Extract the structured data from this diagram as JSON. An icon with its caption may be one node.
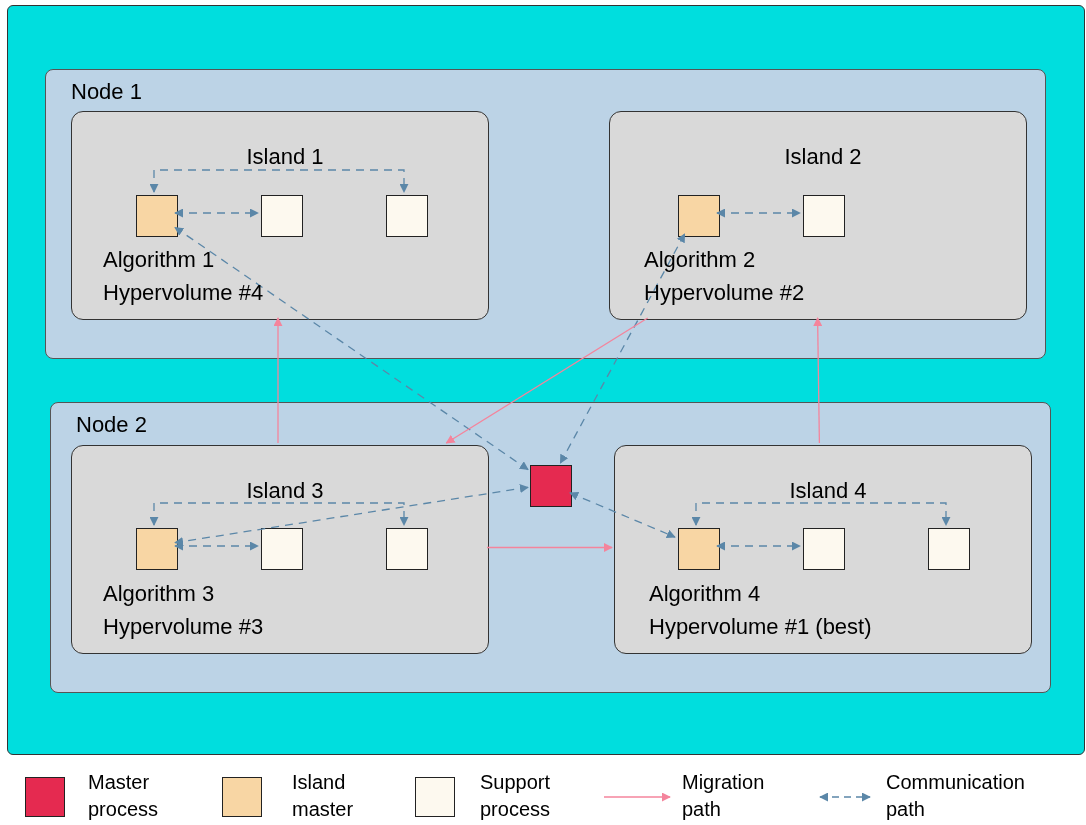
{
  "diagram": {
    "nodes": [
      {
        "text": [],
        "shape": "box"
      },
      {
        "text": [
          "Node 1"
        ],
        "in": 0
      },
      {
        "text": [
          "Island 1",
          "Algorithm 1",
          "Hypervolume #4"
        ],
        "in": 1
      },
      {
        "text": [],
        "shape": "box",
        "in": 2
      },
      {
        "text": [],
        "shape": "box",
        "in": 2
      },
      {
        "text": [],
        "shape": "box",
        "in": 2
      },
      {
        "text": [
          "Island 2",
          "Algorithm 2",
          "Hypervolume #2"
        ],
        "in": 1
      },
      {
        "text": [],
        "shape": "box",
        "in": 6
      },
      {
        "text": [],
        "shape": "box",
        "in": 6
      },
      {
        "text": [
          "Node 2"
        ],
        "in": 0
      },
      {
        "text": [
          "Island 3",
          "Algorithm 3",
          "Hypervolume #3"
        ],
        "in": 9
      },
      {
        "text": [],
        "shape": "box",
        "in": 10
      },
      {
        "text": [],
        "shape": "box",
        "in": 10
      },
      {
        "text": [],
        "shape": "box",
        "in": 10
      },
      {
        "text": [],
        "shape": "box",
        "in": 9
      },
      {
        "text": [
          "Island 4",
          "Algorithm 4",
          "Hypervolume #1 (best)"
        ],
        "in": 9
      },
      {
        "text": [],
        "shape": "box",
        "in": 15
      },
      {
        "text": [],
        "shape": "box",
        "in": 15
      },
      {
        "text": [],
        "shape": "box",
        "in": 15
      }
    ],
    "edges": [
      {
        "from": 3,
        "to": 4,
        "arrow": "both",
        "style": "dashed"
      },
      {
        "from": 3,
        "to": 5,
        "arrow": "both",
        "style": "dashed"
      },
      {
        "from": 7,
        "to": 8,
        "arrow": "both",
        "style": "dashed"
      },
      {
        "from": 11,
        "to": 12,
        "arrow": "both",
        "style": "dashed"
      },
      {
        "from": 11,
        "to": 13,
        "arrow": "both",
        "style": "dashed"
      },
      {
        "from": 16,
        "to": 17,
        "arrow": "both",
        "style": "dashed"
      },
      {
        "from": 16,
        "to": 18,
        "arrow": "both",
        "style": "dashed"
      },
      {
        "from": 14,
        "to": 3,
        "arrow": "both",
        "style": "dashed"
      },
      {
        "from": 14,
        "to": 7,
        "arrow": "both",
        "style": "dashed"
      },
      {
        "from": 14,
        "to": 11,
        "arrow": "both",
        "style": "dashed"
      },
      {
        "from": 14,
        "to": 16,
        "arrow": "both",
        "style": "dashed"
      },
      {
        "from": 10,
        "to": 2,
        "arrow": "to",
        "color": "#f4849c"
      },
      {
        "from": 6,
        "to": 10,
        "arrow": "to",
        "color": "#f4849c"
      },
      {
        "from": 10,
        "to": 15,
        "arrow": "to",
        "color": "#f4849c"
      },
      {
        "from": 15,
        "to": 6,
        "arrow": "to",
        "color": "#f4849c"
      }
    ],
    "legend": [
      {
        "text": "Master process",
        "color": "#e52a50"
      },
      {
        "text": "Island master",
        "color": "#f8d6a4"
      },
      {
        "text": "Support process",
        "color": "#fdf9ef"
      },
      {
        "text": "Migration path"
      },
      {
        "text": "Communication path"
      }
    ]
  }
}
